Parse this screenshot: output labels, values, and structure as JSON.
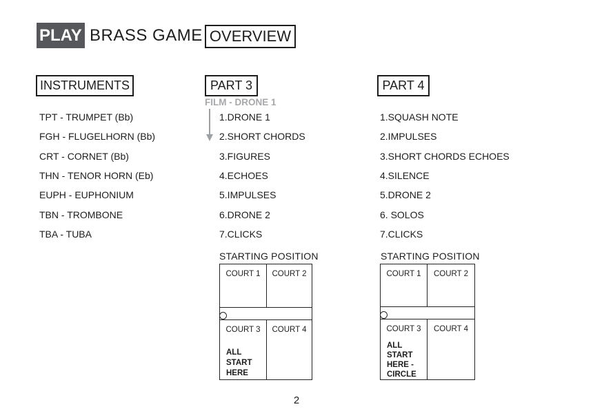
{
  "header": {
    "play_label": "PLAY",
    "title_rest": "BRASS GAME",
    "overview_label": "OVERVIEW"
  },
  "instruments": {
    "heading": "INSTRUMENTS",
    "items": [
      "TPT - TRUMPET (Bb)",
      "FGH - FLUGELHORN (Bb)",
      "CRT - CORNET (Bb)",
      "THN - TENOR HORN (Eb)",
      "EUPH - EUPHONIUM",
      "TBN - TROMBONE",
      "TBA - TUBA"
    ]
  },
  "part3": {
    "heading": "PART 3",
    "film_note": "FILM - DRONE 1",
    "items": [
      "1.DRONE 1",
      "2.SHORT CHORDS",
      "3.FIGURES",
      "4.ECHOES",
      "5.IMPULSES",
      "6.DRONE 2",
      "7.CLICKS"
    ],
    "starting_position_label": "STARTING POSITION",
    "court": {
      "court1": "COURT 1",
      "court2": "COURT 2",
      "court3": "COURT 3",
      "court4": "COURT 4",
      "start_note": "ALL\nSTART\nHERE"
    }
  },
  "part4": {
    "heading": "PART 4",
    "items": [
      "1.SQUASH NOTE",
      "2.IMPULSES",
      "3.SHORT CHORDS ECHOES",
      "4.SILENCE",
      "5.DRONE 2",
      "6. SOLOS",
      "7.CLICKS"
    ],
    "starting_position_label": "STARTING POSITION",
    "court": {
      "court1": "COURT 1",
      "court2": "COURT 2",
      "court3": "COURT 3",
      "court4": "COURT 4",
      "start_note": "ALL\nSTART\nHERE -\nCIRCLE"
    }
  },
  "page": {
    "number": "2"
  },
  "colors": {
    "accent_dark": "#55575a",
    "muted_gray": "#a7a8aa",
    "line_black": "#222222"
  }
}
